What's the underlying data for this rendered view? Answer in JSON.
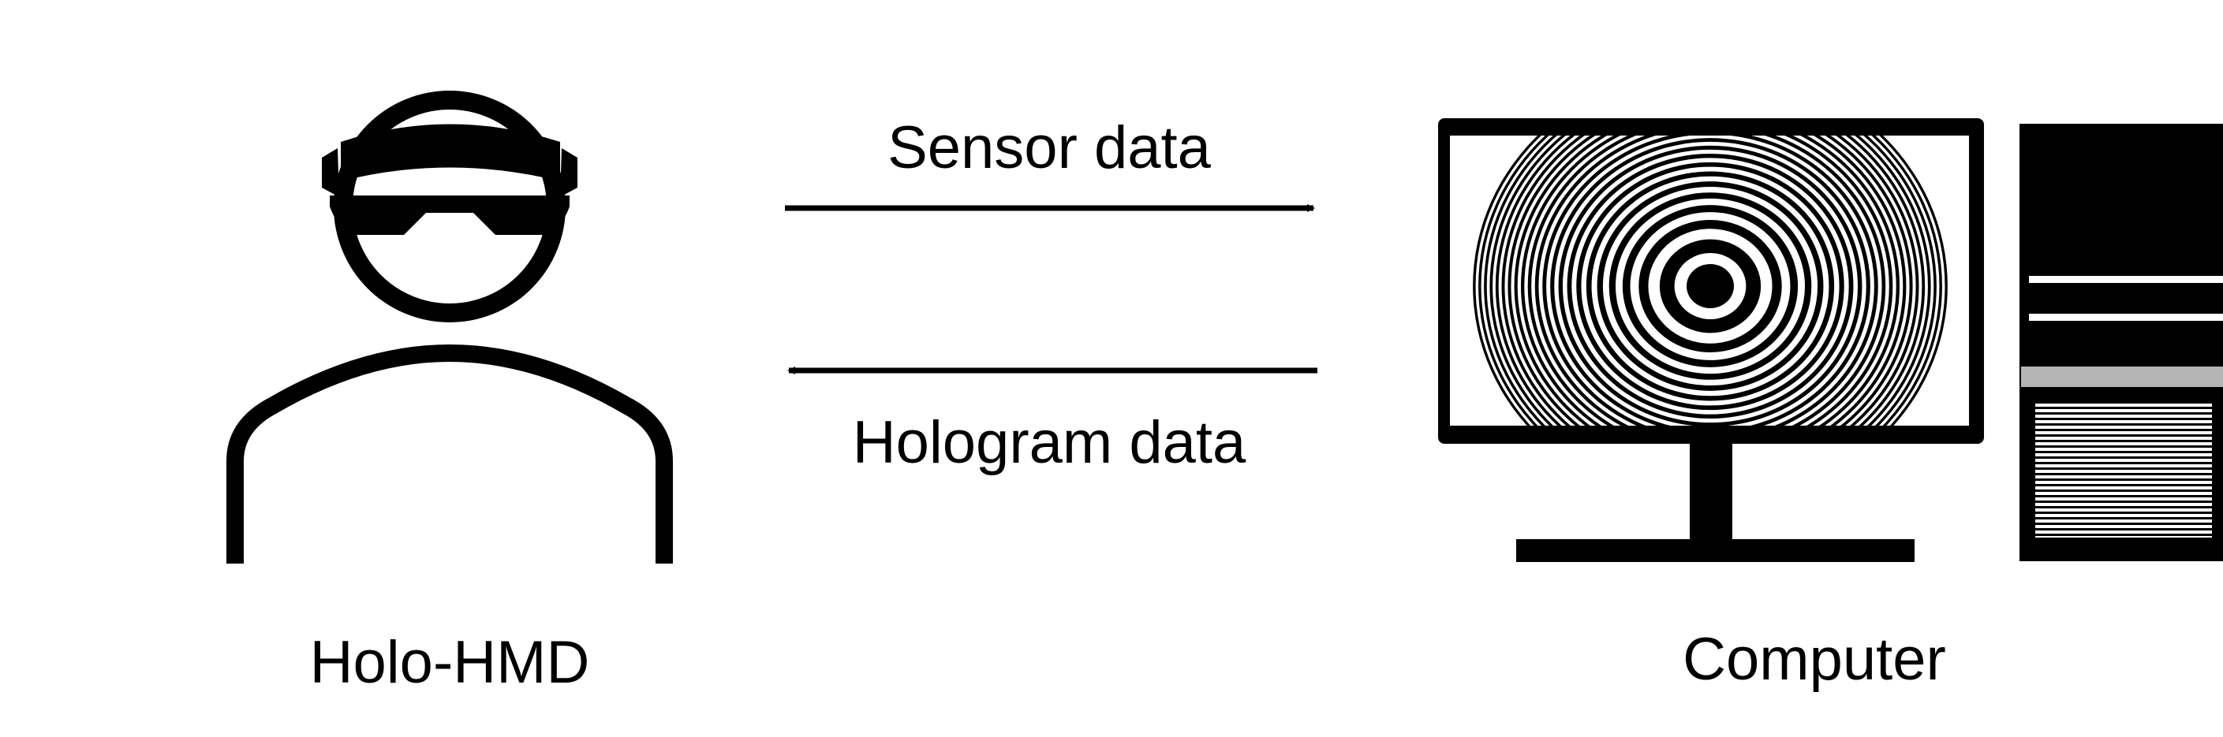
{
  "nodes": {
    "hmd": {
      "label": "Holo-HMD",
      "icon": "person-with-hmd-icon"
    },
    "computer": {
      "label": "Computer",
      "icon": "desktop-computer-icon"
    }
  },
  "edges": [
    {
      "label": "Sensor data",
      "from": "hmd",
      "to": "computer"
    },
    {
      "label": "Hologram data",
      "from": "computer",
      "to": "hmd"
    }
  ],
  "colors": {
    "ink": "#000000",
    "background": "#ffffff",
    "drive_bay": "#b4b4b4"
  }
}
